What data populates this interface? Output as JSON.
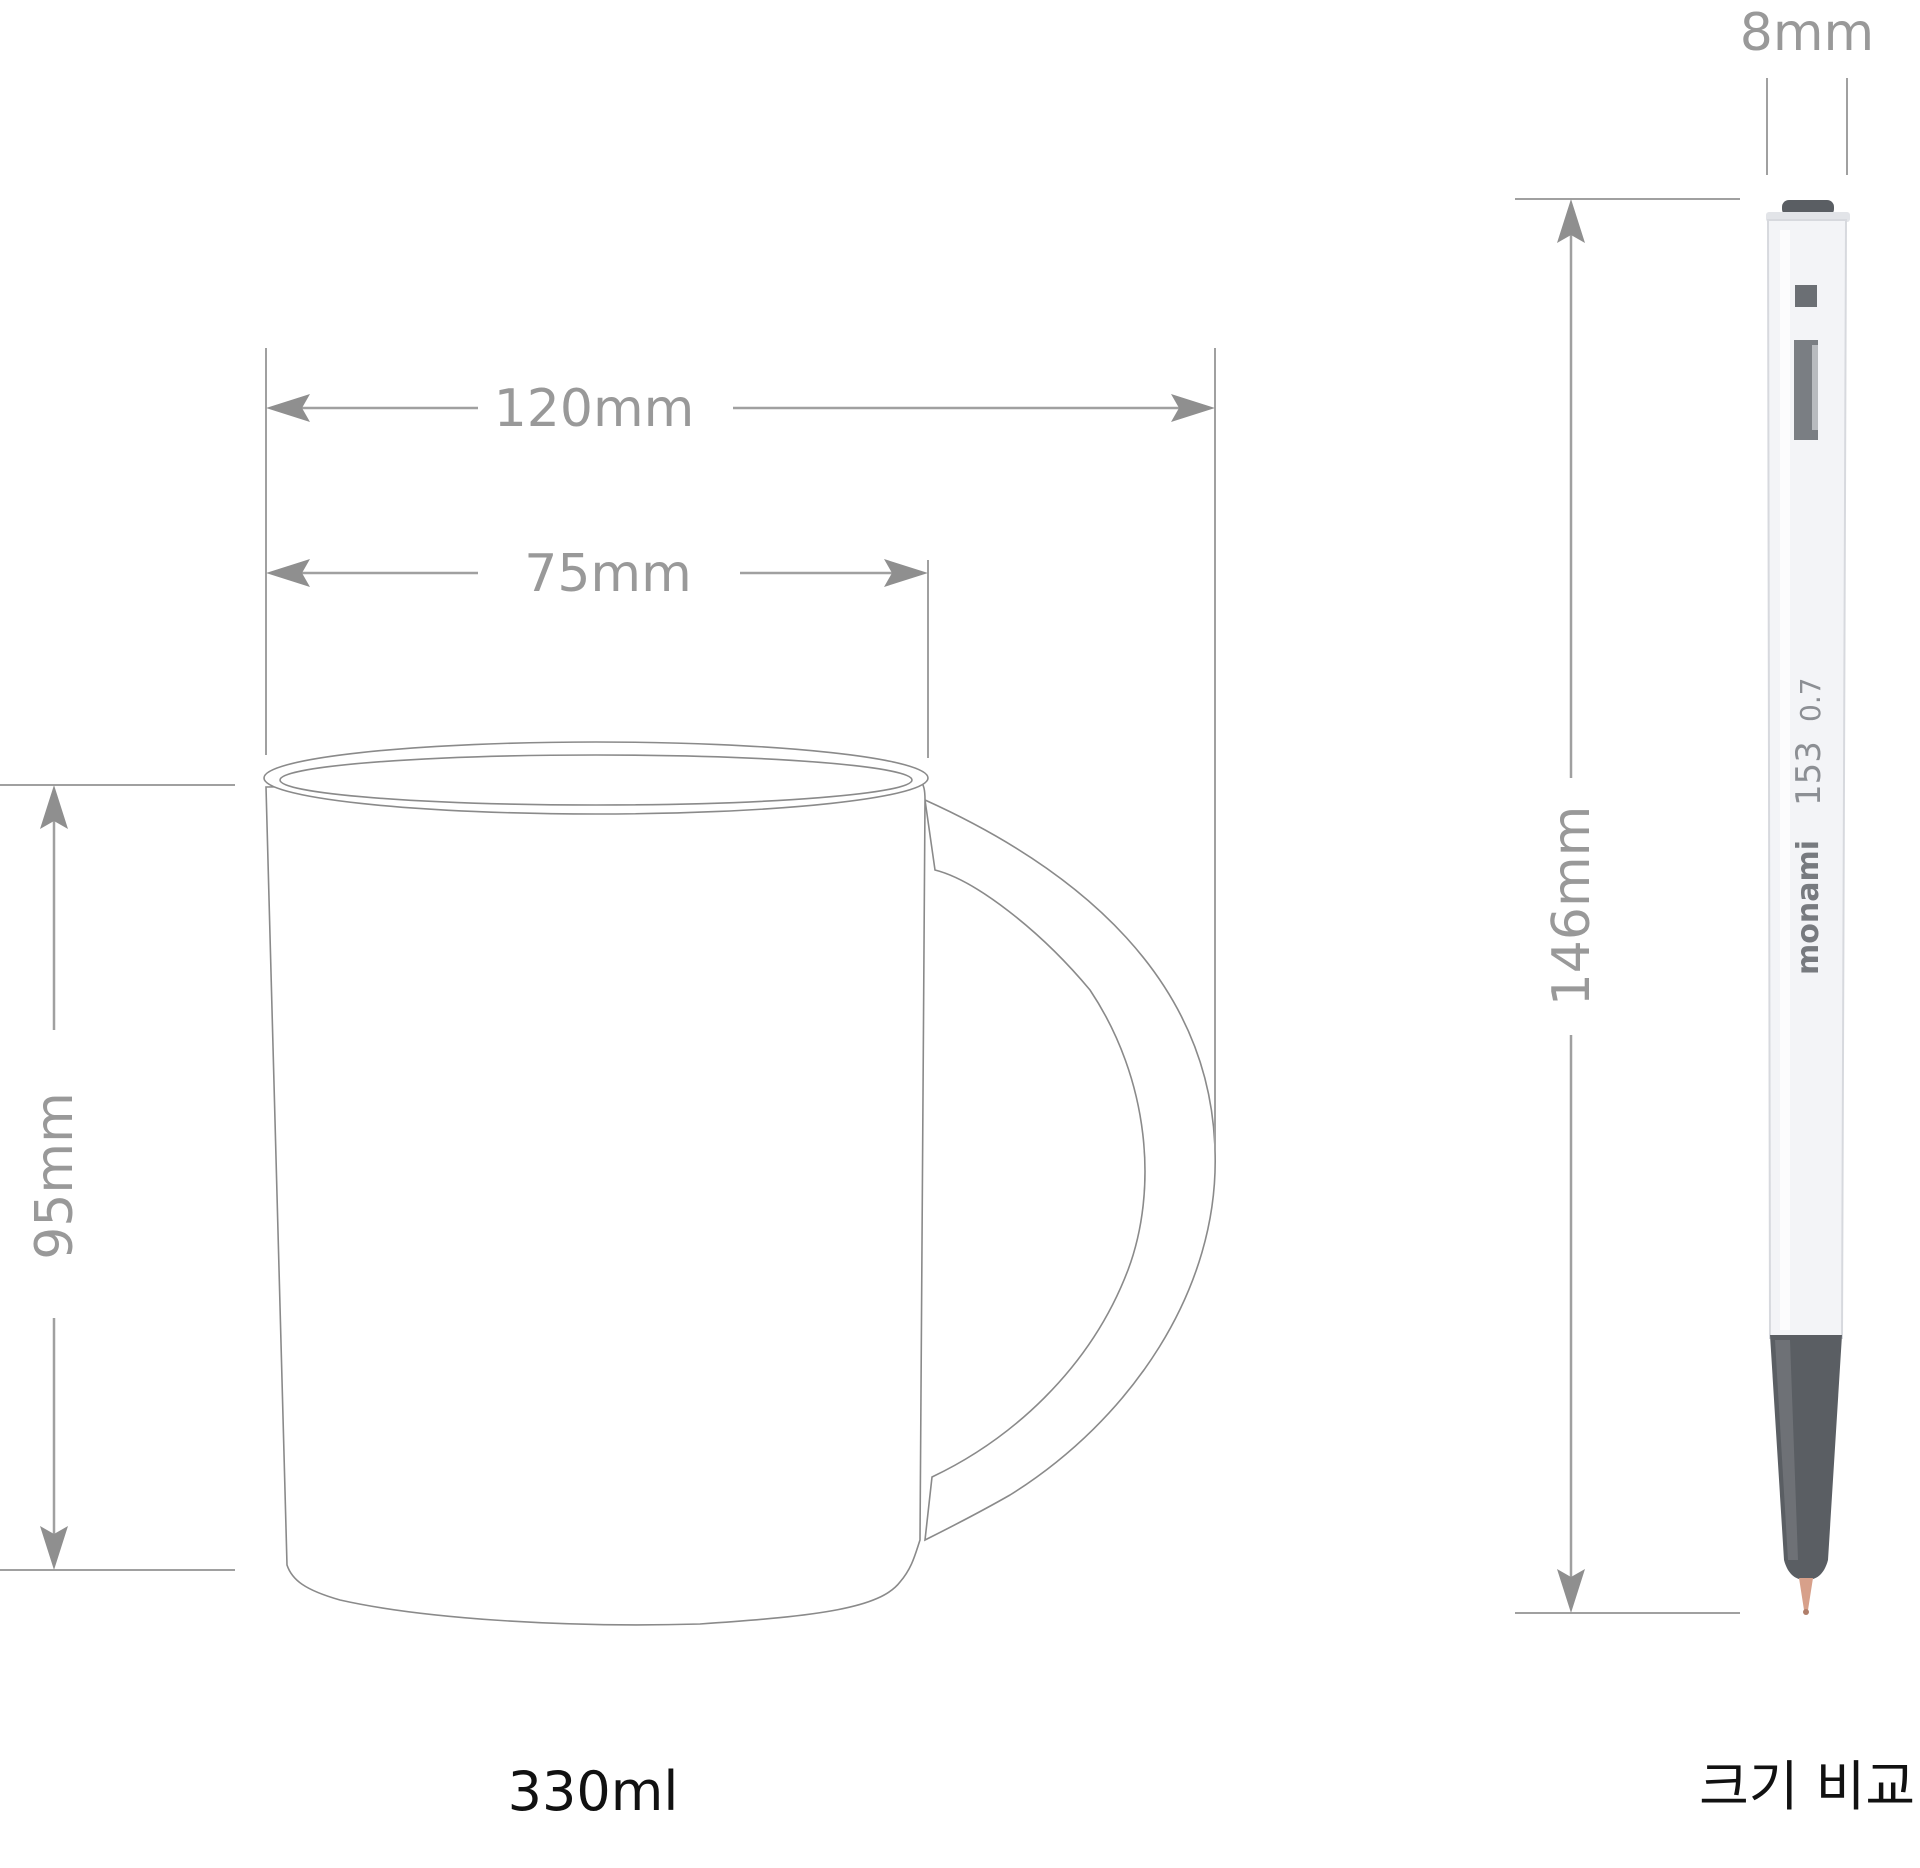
{
  "dimensions": {
    "mug_total_width": "120mm",
    "mug_body_width": "75mm",
    "mug_height": "95mm",
    "pen_length": "146mm",
    "pen_width": "8mm"
  },
  "pen": {
    "brand": "monami",
    "model": "153",
    "tip_size": "0.7"
  },
  "captions": {
    "volume": "330ml",
    "size_comparison": "크기 비교"
  },
  "colors": {
    "dimension": "#999999",
    "outline": "#8a8a8a",
    "pen_dark": "#5a5e63",
    "caption": "#111111"
  }
}
